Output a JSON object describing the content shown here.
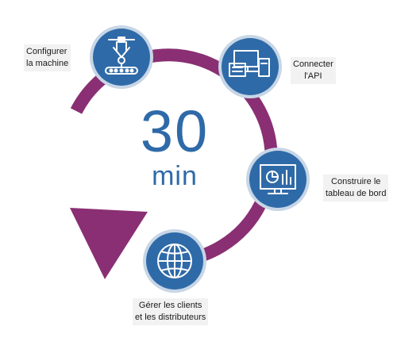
{
  "colors": {
    "cycle_arrow": "#8a2f73",
    "node_fill": "#2f6aa8",
    "node_ring": "#c7d6e6",
    "icon_stroke": "#ffffff",
    "center_text": "#2f6aa8",
    "label_bg": "#f2f2f2"
  },
  "center": {
    "value": "30",
    "unit": "min"
  },
  "steps": [
    {
      "line1": "Configurer",
      "line2": "la machine",
      "icon": "robot-arm-icon"
    },
    {
      "line1": "Connecter",
      "line2": "l'API",
      "icon": "connected-devices-icon"
    },
    {
      "line1": "Construire le",
      "line2": "tableau de bord",
      "icon": "dashboard-monitor-icon"
    },
    {
      "line1": "Gérer les clients",
      "line2": "et les distributeurs",
      "icon": "globe-icon"
    }
  ]
}
